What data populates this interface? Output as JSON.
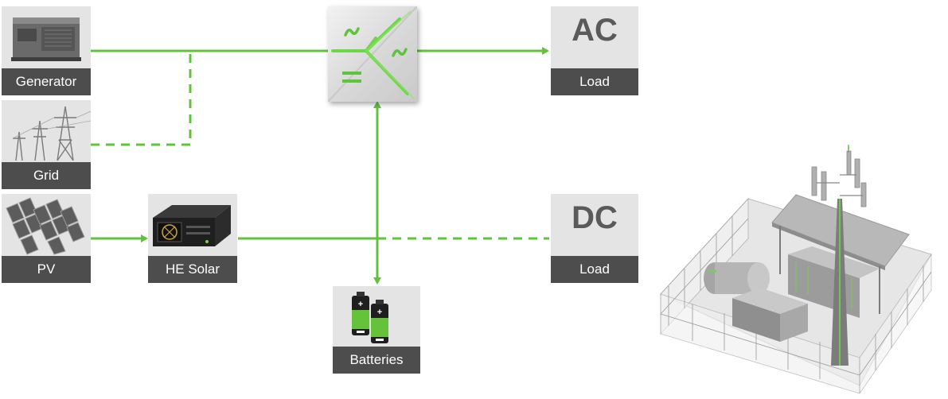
{
  "nodes": {
    "generator": {
      "label": "Generator"
    },
    "grid": {
      "label": "Grid"
    },
    "pv": {
      "label": "PV"
    },
    "he_solar": {
      "label": "HE Solar"
    },
    "batteries": {
      "label": "Batteries"
    },
    "ac_load": {
      "title": "AC",
      "label": "Load"
    },
    "dc_load": {
      "title": "DC",
      "label": "Load"
    }
  },
  "colors": {
    "line": "#5fc43b",
    "label_bg": "#4d4d4d",
    "tile_bg": "#e4e4e4",
    "accent": "#8ee46b"
  },
  "icons": {
    "generator": "generator-icon",
    "grid": "power-pylon-icon",
    "pv": "solar-panel-icon",
    "he_solar": "charger-icon",
    "batteries": "battery-icon",
    "inverter": "inverter-icon",
    "site": "telecom-tower-site-icon"
  }
}
